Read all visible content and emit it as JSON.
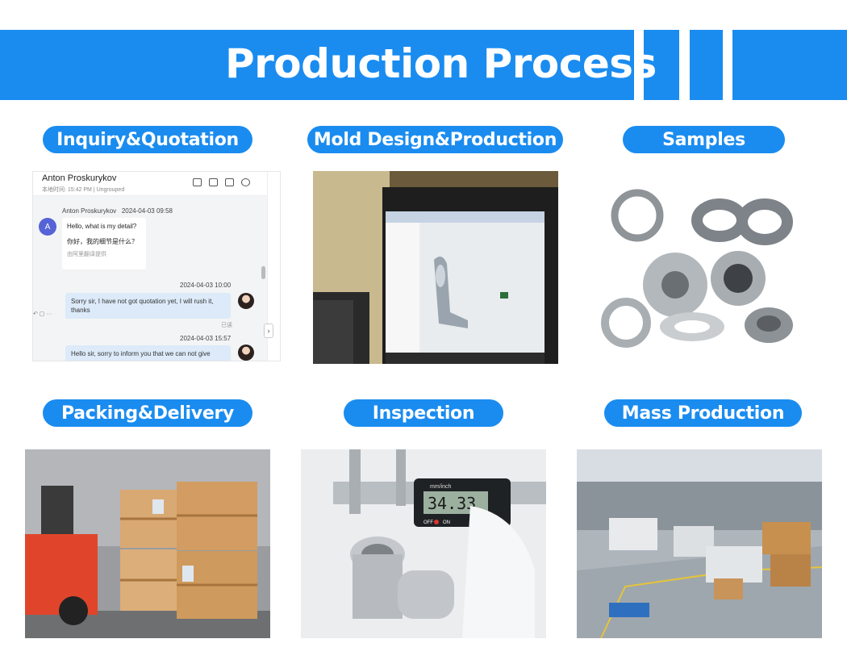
{
  "header": {
    "title": "Production Process"
  },
  "steps": [
    {
      "label": "Inquiry&Quotation"
    },
    {
      "label": "Mold Design&Production"
    },
    {
      "label": "Samples"
    },
    {
      "label": "Packing&Delivery"
    },
    {
      "label": "Inspection"
    },
    {
      "label": "Mass Production"
    }
  ],
  "chat": {
    "contact_name": "Anton Proskurykov",
    "contact_local_time": "本地时间: 15:42 PM",
    "contact_group": "Ungrouped",
    "avatar_initial": "A",
    "msg1_sender": "Anton Proskurykov",
    "msg1_time": "2024-04-03 09:58",
    "msg1_line1": "Hello, what is my detail?",
    "msg1_line2": "你好，我的细节是什么？",
    "msg1_translate": "由阿里翻译提供",
    "msg2_time": "2024-04-03 10:00",
    "msg2_text": "Sorry sir, I have not got quotation yet, I will rush it, thanks",
    "msg2_status": "已读",
    "msg3_time": "2024-04-03 15:57",
    "msg3_text": "Hello sir, sorry to inform you that we can not give"
  },
  "photo_digits": "34.33",
  "caliper_brand": "mm/inch",
  "caliper_off": "OFF",
  "caliper_on": "ON",
  "colors": {
    "accent": "#1a8cf0"
  }
}
